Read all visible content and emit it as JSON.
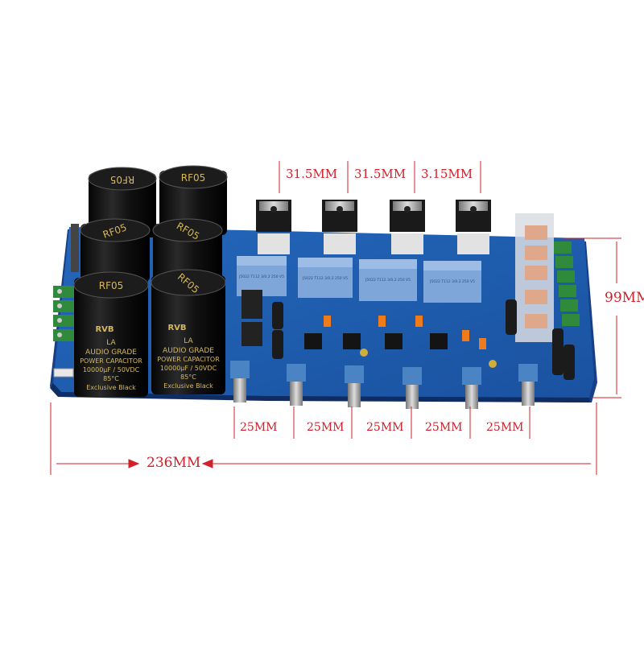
{
  "dimensions": {
    "top_spacing": [
      "31.5MM",
      "31.5MM",
      "3.15MM"
    ],
    "bottom_spacing": [
      "25MM",
      "25MM",
      "25MM",
      "25MM",
      "25MM"
    ],
    "total_length": "236MM",
    "height": "99MM"
  },
  "capacitor_labels": {
    "model": "RF05",
    "brand": "RVB",
    "series": "LA",
    "grade": "AUDIO GRADE",
    "line": "POWER CAPACITOR",
    "rating": "10000µF / 50VDC",
    "temperature": "85°C",
    "finish": "Exclusive Black"
  },
  "film_capacitor_label": "J5022 T112 3/0.2 250 V5",
  "colors": {
    "pcb": "#1f5fb0",
    "pcb_edge": "#163f86",
    "dimension_red": "#d0202a",
    "capacitor_black": "#111111",
    "capacitor_gold": "#d6b85a",
    "film_cap_blue": "#7fa6d8",
    "terminal_green": "#2f8a3c"
  }
}
